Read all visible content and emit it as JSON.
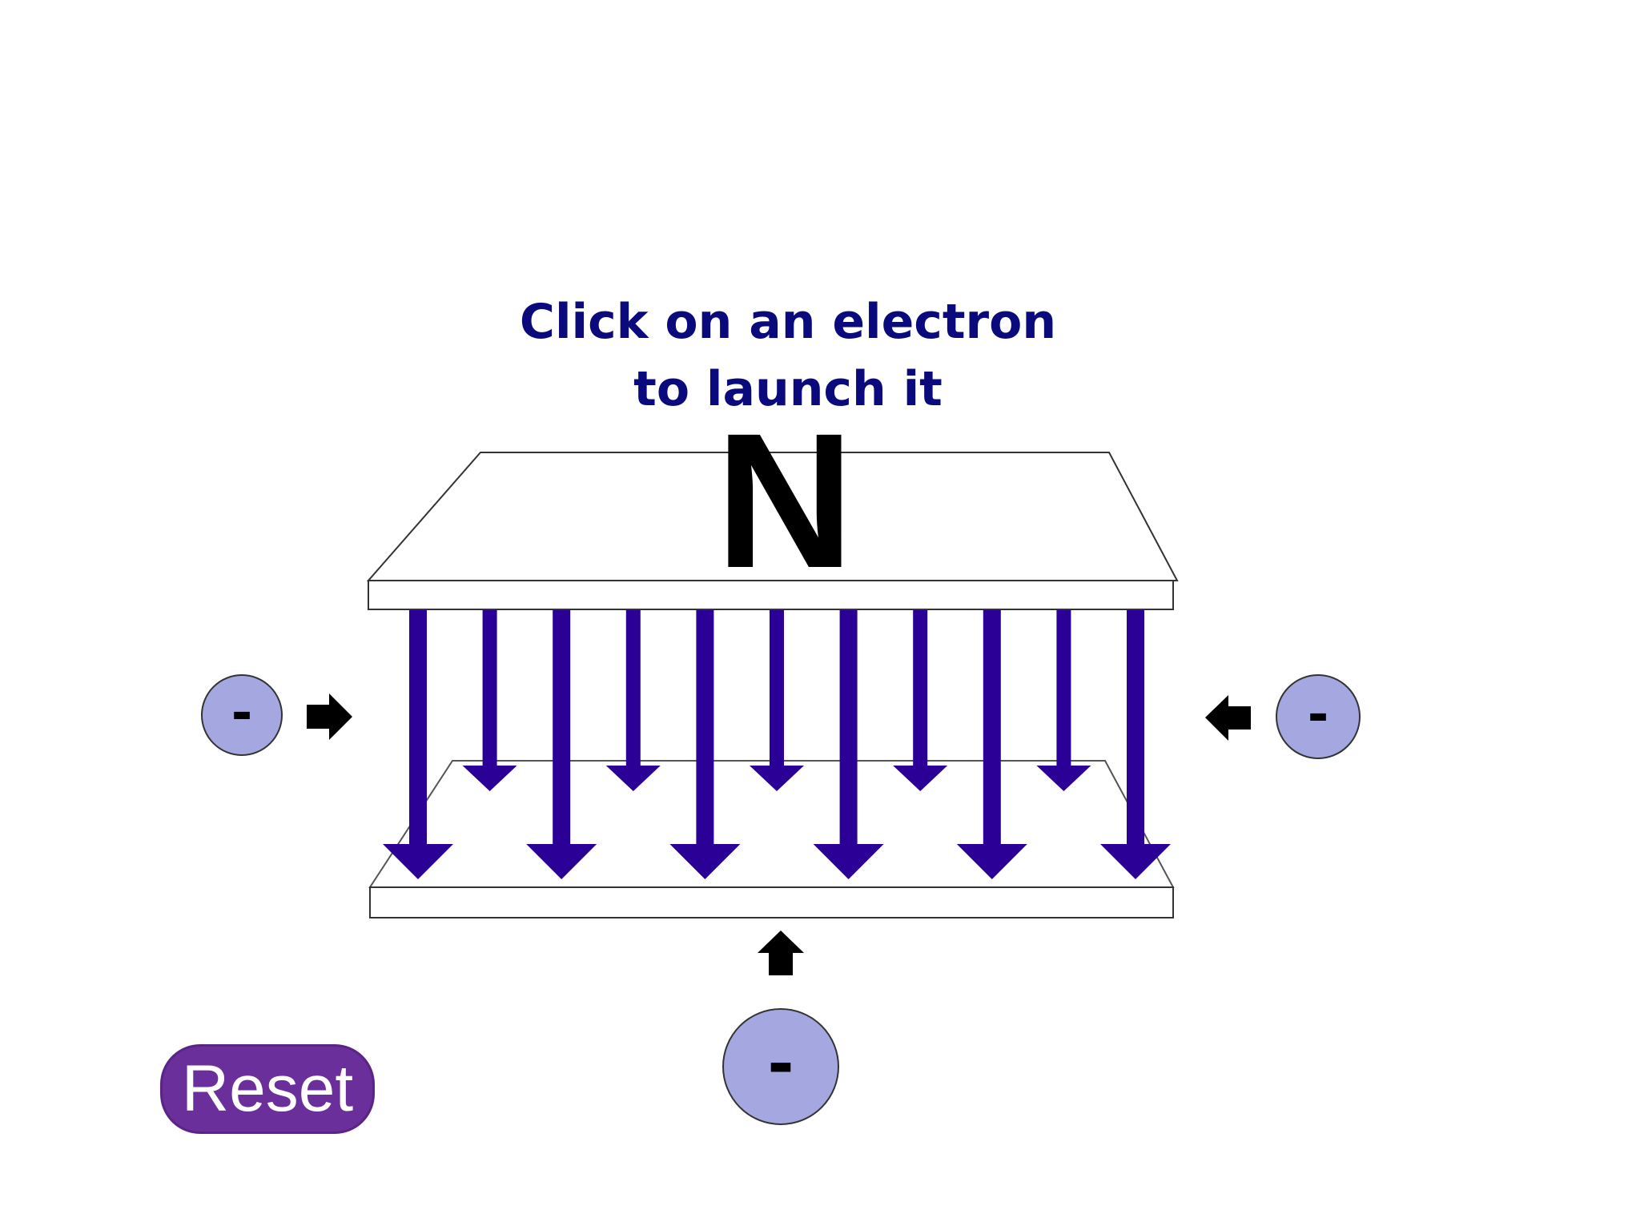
{
  "instruction": {
    "line1": "Click on an electron",
    "line2": "to launch it"
  },
  "magnet": {
    "pole_label": "N"
  },
  "electrons": [
    {
      "name": "electron-left",
      "symbol": "-",
      "arrow_direction": "right"
    },
    {
      "name": "electron-right",
      "symbol": "-",
      "arrow_direction": "left"
    },
    {
      "name": "electron-bottom",
      "symbol": "-",
      "arrow_direction": "up"
    }
  ],
  "field": {
    "direction": "down",
    "line_count": 11
  },
  "reset": {
    "label": "Reset"
  },
  "colors": {
    "title": "#0a0a7d",
    "field_lines": "#2a0096",
    "electron_fill": "#a5a8e0",
    "reset_bg": "#6a2f9a",
    "plate_stroke": "#333333"
  }
}
